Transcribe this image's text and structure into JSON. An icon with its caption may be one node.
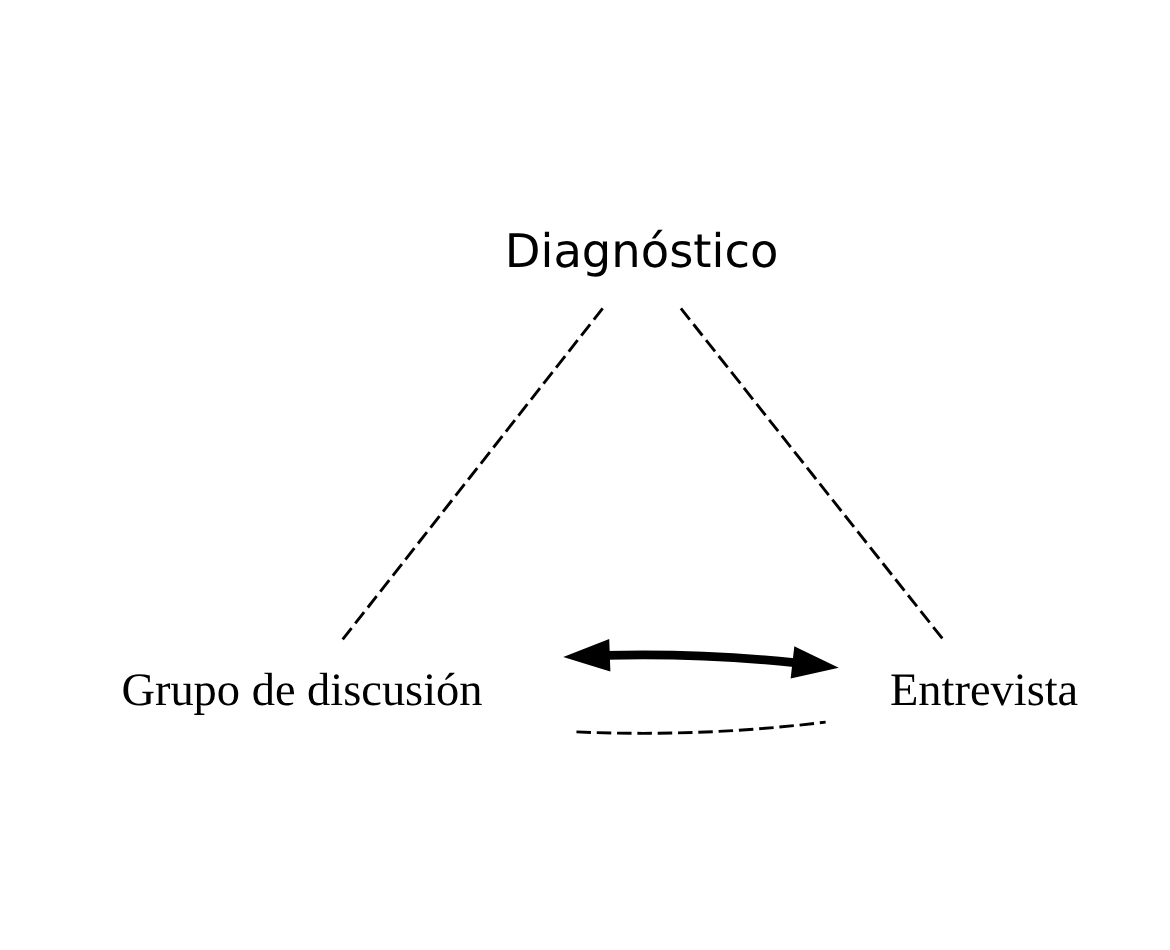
{
  "diagram": {
    "nodes": [
      {
        "text": [
          "Diagnóstico"
        ]
      },
      {
        "text": [
          "Grupo de discusión"
        ]
      },
      {
        "text": [
          "Entrevista"
        ]
      }
    ],
    "edges": [
      {
        "from": 0,
        "to": 1,
        "arrow": "none",
        "style": "dashed"
      },
      {
        "from": 0,
        "to": 2,
        "arrow": "none",
        "style": "dashed"
      },
      {
        "from": 1,
        "to": 2,
        "arrow": "none",
        "style": "dashed"
      },
      {
        "from": 1,
        "to": 2,
        "arrow": "both",
        "style": "thick"
      }
    ]
  }
}
